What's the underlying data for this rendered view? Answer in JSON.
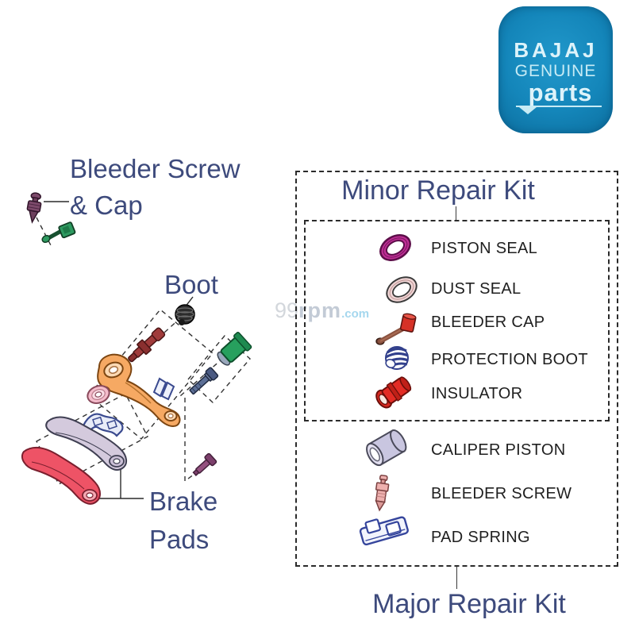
{
  "logo": {
    "brand": "BAJAJ",
    "tagline": "GENUINE",
    "tagline2": "parts",
    "bg_color": "#1486ba",
    "text_color": "#ddf3fa"
  },
  "watermark": {
    "part1": "99",
    "part2": "rpm",
    "part3": ".com"
  },
  "diagram_labels": {
    "bleeder_line1": "Bleeder Screw",
    "bleeder_line2": "& Cap",
    "boot": "Boot",
    "pads_line1": "Brake",
    "pads_line2": "Pads"
  },
  "diagram_parts": [
    "bleeder-screw",
    "bleeder-cap",
    "boot",
    "guide-bolt",
    "insulator",
    "mounting-bolt",
    "caliper-bracket",
    "washer",
    "retainer-clip",
    "pad-spring",
    "brake-pad-top",
    "brake-pad-bottom",
    "pad-bolt"
  ],
  "minor_kit": {
    "title": "Minor Repair Kit",
    "items": [
      {
        "label": "PISTON SEAL",
        "icon": "piston-seal-icon"
      },
      {
        "label": "DUST SEAL",
        "icon": "dust-seal-icon"
      },
      {
        "label": "BLEEDER CAP",
        "icon": "bleeder-cap-icon"
      },
      {
        "label": "PROTECTION BOOT",
        "icon": "protection-boot-icon"
      },
      {
        "label": "INSULATOR",
        "icon": "insulator-icon"
      }
    ]
  },
  "major_kit": {
    "title": "Major Repair Kit",
    "items": [
      {
        "label": "CALIPER PISTON",
        "icon": "caliper-piston-icon"
      },
      {
        "label": "BLEEDER SCREW",
        "icon": "bleeder-screw-icon"
      },
      {
        "label": "PAD SPRING",
        "icon": "pad-spring-icon"
      }
    ]
  },
  "colors": {
    "title_blue": "#3d4a7c",
    "label_black": "#1f1f1f",
    "dash": "#2b2b2b",
    "seal_magenta": "#c12d96",
    "dust_pink": "#f2d7d7",
    "red": "#d63127",
    "boot_blue": "#32408c",
    "caliper_orange": "#f6a963",
    "pad_red": "#ee5366",
    "pad_lavender": "#d4cadd",
    "spring_blue": "#35459c"
  }
}
